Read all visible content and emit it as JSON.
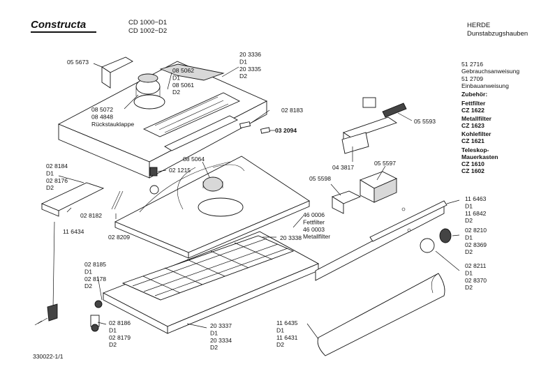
{
  "header": {
    "brand": "Constructa",
    "model_1": "CD 1000−D1",
    "model_2": "CD 1002−D2",
    "category": "HERDE",
    "subcategory": "Dunstabzugshauben"
  },
  "footer": {
    "doc_number": "330022-1/1"
  },
  "side_list": {
    "items": [
      {
        "text": "51 2716",
        "bold": false
      },
      {
        "text": "Gebrauchsanweisung",
        "bold": false
      },
      {
        "text": "51 2709",
        "bold": false
      },
      {
        "text": "Einbauanweisung",
        "bold": false
      },
      {
        "text": "Zubehör:",
        "bold": true
      },
      {
        "text": "Fettfilter",
        "bold": true
      },
      {
        "text": "CZ 1622",
        "bold": true
      },
      {
        "text": "Metallfilter",
        "bold": true
      },
      {
        "text": "CZ 1623",
        "bold": true
      },
      {
        "text": "Kohlefilter",
        "bold": true
      },
      {
        "text": "CZ 1621",
        "bold": true
      },
      {
        "text": "Teleskop-",
        "bold": true
      },
      {
        "text": "Mauerkasten",
        "bold": true
      },
      {
        "text": "CZ 1610",
        "bold": true
      },
      {
        "text": "CZ 1602",
        "bold": true
      }
    ]
  },
  "callouts": [
    {
      "id": "c-055673",
      "lines": [
        "05 5673"
      ]
    },
    {
      "id": "c-203336",
      "lines": [
        "20 3336",
        "D1",
        "20 3335",
        "D2"
      ]
    },
    {
      "id": "c-085062",
      "lines": [
        "08 5062",
        "D1",
        "08 5061",
        "D2"
      ]
    },
    {
      "id": "c-085072",
      "lines": [
        "08 5072",
        "08 4848",
        "Rückstauklappe"
      ]
    },
    {
      "id": "c-028183",
      "lines": [
        "02 8183"
      ]
    },
    {
      "id": "c-032094",
      "lines": [
        "03 2094"
      ],
      "bold": true
    },
    {
      "id": "c-055593",
      "lines": [
        "05 5593"
      ]
    },
    {
      "id": "c-043817",
      "lines": [
        "04 3817"
      ]
    },
    {
      "id": "c-055597",
      "lines": [
        "05 5597"
      ]
    },
    {
      "id": "c-085064",
      "lines": [
        "08 5064"
      ]
    },
    {
      "id": "c-021215",
      "lines": [
        "02 1215"
      ]
    },
    {
      "id": "c-028184",
      "lines": [
        "02 8184",
        "D1",
        "02 8176",
        "D2"
      ]
    },
    {
      "id": "c-055598",
      "lines": [
        "05 5598"
      ]
    },
    {
      "id": "c-116463",
      "lines": [
        "11 6463",
        "D1",
        "11 6842",
        "D2"
      ]
    },
    {
      "id": "c-460006",
      "lines": [
        "46 0006",
        "Fettfilter",
        "46 0003",
        "Metallfilter"
      ]
    },
    {
      "id": "c-028182",
      "lines": [
        "02 8182"
      ]
    },
    {
      "id": "c-116434",
      "lines": [
        "11 6434"
      ]
    },
    {
      "id": "c-028209",
      "lines": [
        "02 8209"
      ]
    },
    {
      "id": "c-203338",
      "lines": [
        "20 3338"
      ]
    },
    {
      "id": "c-028210",
      "lines": [
        "02 8210",
        "D1",
        "02 8369",
        "D2"
      ]
    },
    {
      "id": "c-028185",
      "lines": [
        "02 8185",
        "D1",
        "02 8178",
        "D2"
      ]
    },
    {
      "id": "c-028211",
      "lines": [
        "02 8211",
        "D1",
        "02 8370",
        "D2"
      ]
    },
    {
      "id": "c-028186",
      "lines": [
        "02 8186",
        "D1",
        "02 8179",
        "D2"
      ]
    },
    {
      "id": "c-203337",
      "lines": [
        "20 3337",
        "D1",
        "20 3334",
        "D2"
      ]
    },
    {
      "id": "c-116435",
      "lines": [
        "11 6435",
        "D1",
        "11 6431",
        "D2"
      ]
    }
  ]
}
